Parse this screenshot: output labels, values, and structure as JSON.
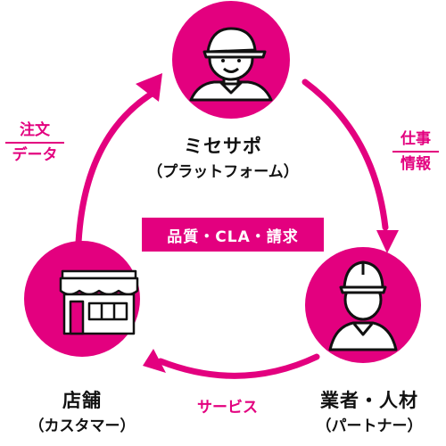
{
  "colors": {
    "accent": "#e3007f",
    "outline": "#111111",
    "face": "#ffffff"
  },
  "center": {
    "title": "ミセサポ",
    "subtitle": "（プラットフォーム）",
    "badge": "品質・CLA・請求",
    "icon": "delivery-person-icon"
  },
  "store": {
    "title": "店舗",
    "subtitle": "（カスタマー）",
    "icon": "storefront-icon"
  },
  "partner": {
    "title": "業者・人材",
    "subtitle": "（パートナー）",
    "icon": "worker-helmet-icon"
  },
  "flows": {
    "left": {
      "line1": "注文",
      "line2": "データ"
    },
    "right": {
      "line1": "仕事",
      "line2": "情報"
    },
    "bottom": {
      "text": "サービス"
    }
  }
}
